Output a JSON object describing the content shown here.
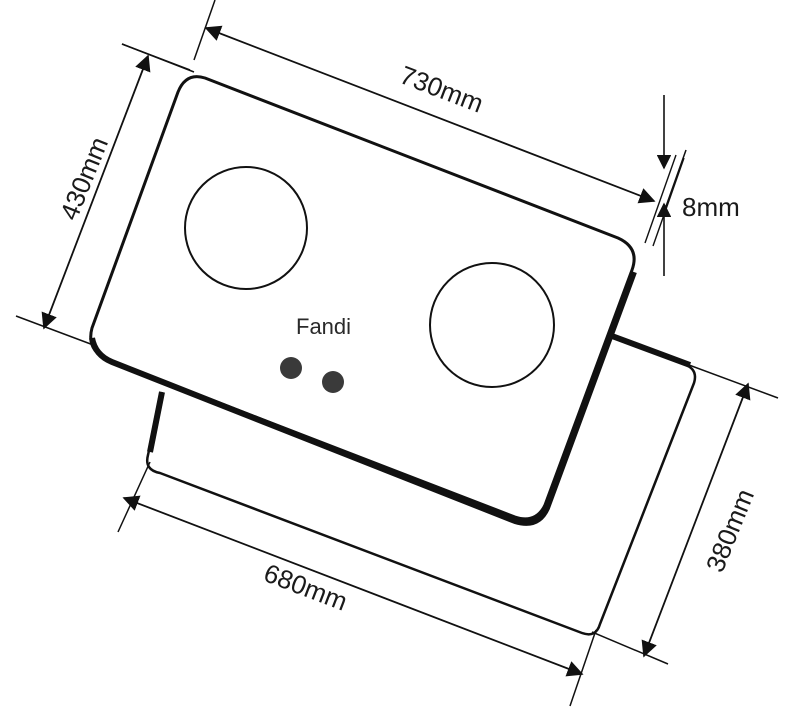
{
  "dimensions": {
    "top_width": "730mm",
    "top_depth": "430mm",
    "thickness": "8mm",
    "cutout_width": "680mm",
    "cutout_depth": "380mm"
  },
  "cooktop": {
    "brand": "Fandi",
    "burner_count": 2,
    "knob_count": 2
  },
  "colors": {
    "line": "#111111",
    "knob": "#3a3a3a",
    "background": "#ffffff"
  }
}
